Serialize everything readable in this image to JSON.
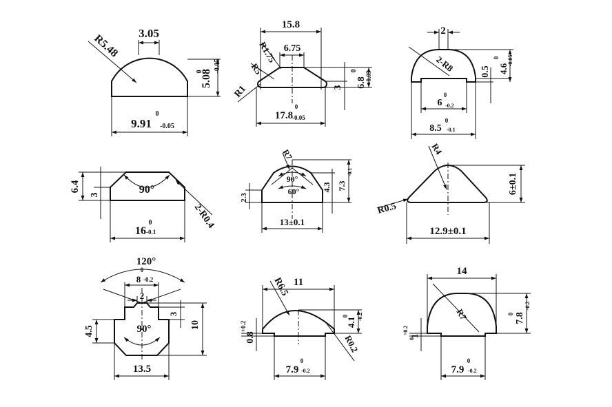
{
  "colors": {
    "line": "#111111",
    "background": "#ffffff"
  },
  "profiles": [
    {
      "labels": {
        "top": "3.05",
        "radius": "R5.48",
        "height": "5.08",
        "height_tol_upper": "0",
        "height_tol_lower": "-0.05",
        "base": "9.91",
        "base_tol_upper": "0",
        "base_tol_lower": "-0.05"
      }
    },
    {
      "labels": {
        "top_overall": "15.8",
        "top_flat": "6.75",
        "r1": "R1.75",
        "r2": "R5",
        "r3": "R1",
        "height": "6.8",
        "height_tol_upper": "0",
        "height_tol_lower": "-0.05",
        "side": "3",
        "base": "17.8",
        "base_tol_upper": "0",
        "base_tol_lower": "-0.05"
      }
    },
    {
      "labels": {
        "top": "2",
        "radius": "2-R8",
        "step": "0.5",
        "height": "4.6",
        "height_tol_upper": "0",
        "height_tol_lower": "-0.05",
        "inner": "6",
        "inner_tol_upper": "0",
        "inner_tol_lower": "-0.2",
        "base": "8.5",
        "base_tol_upper": "0",
        "base_tol_lower": "-0.1"
      }
    },
    {
      "labels": {
        "height": "6.4",
        "side": "3",
        "angle": "90°",
        "radius": "2-R0.4",
        "base": "16",
        "base_tol_upper": "0",
        "base_tol_lower": "-0.1"
      }
    },
    {
      "labels": {
        "radius": "R7",
        "angle1": "90°",
        "angle2": "60°",
        "side": "2.3",
        "mid": "4.3",
        "height": "7.3",
        "height_tol": "-0.1",
        "base": "13±0.1"
      }
    },
    {
      "labels": {
        "radius": "R4",
        "radius2": "R0.5",
        "height": "6±0.1",
        "base": "12.9±0.1"
      }
    },
    {
      "labels": {
        "angle_top": "120°",
        "groove": "8",
        "groove_tol_upper": "0",
        "groove_tol_lower": "-0.2",
        "slot": "2",
        "side": "4.5",
        "angle": "90°",
        "step": "3",
        "height": "10",
        "base": "13.5"
      }
    },
    {
      "labels": {
        "top": "11",
        "radius": "R6.5",
        "radius2": "R0.2",
        "step": "0.8",
        "step_tol": "+0.2",
        "height": "4.1",
        "height_tol_upper": "0",
        "height_tol_lower": "-0.2",
        "base": "7.9",
        "base_tol_upper": "0",
        "base_tol_lower": "-0.2"
      }
    },
    {
      "labels": {
        "top": "14",
        "radius": "R7",
        "step": "1",
        "step_tol_upper": "+0.2",
        "step_tol_lower": "0",
        "height": "7.8",
        "height_tol_upper": "0",
        "height_tol_lower": "-0.2",
        "base": "7.9",
        "base_tol_upper": "0",
        "base_tol_lower": "-0.2"
      }
    }
  ]
}
